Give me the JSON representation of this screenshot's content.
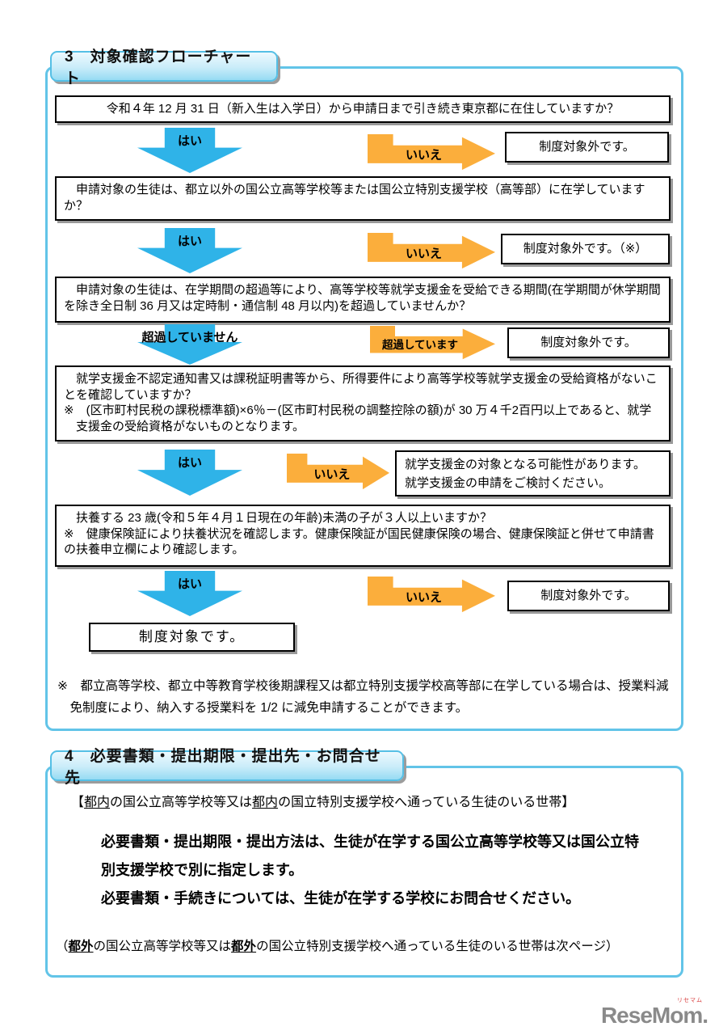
{
  "colors": {
    "accent_blue": "#2FB3E8",
    "accent_yellow": "#FBAE3C",
    "frame_blue": "#62C4E8"
  },
  "sections": {
    "flow": {
      "tab_label": "3　対象確認フローチャート",
      "q1": "令和４年 12 月 31 日（新入生は入学日）から申請日まで引き続き東京都に在住していますか？",
      "yes1": "はい",
      "no1": "いいえ",
      "result1": "制度対象外です。",
      "q2": "　申請対象の生徒は、都立以外の国公立高等学校等または国公立特別支援学校（高等部）に在学していますか？",
      "yes2": "はい",
      "no2": "いいえ",
      "result2": "制度対象外です。（※）",
      "q3": "　申請対象の生徒は、在学期間の超過等により、高等学校等就学支援金を受給できる期間(在学期間が休学期間を除き全日制 36 月又は定時制・通信制 48 月以内)を超過していませんか？",
      "yes3": "超過していません",
      "no3": "超過しています",
      "result3": "制度対象外です。",
      "q4": "　就学支援金不認定通知書又は課税証明書等から、所得要件により高等学校等就学支援金の受給資格がないことを確認していますか？",
      "q4_note": "※　(区市町村民税の課税標準額)×6％－(区市町村民税の調整控除の額)が 30 万４千2百円以上であると、就学支援金の受給資格がないものとなります。",
      "yes4": "はい",
      "no4": "いいえ",
      "result4_line1": "就学支援金の対象となる可能性があります。",
      "result4_line2": "就学支援金の申請をご検討ください。",
      "q5": "　扶養する 23 歳(令和５年４月１日現在の年齢)未満の子が３人以上いますか？",
      "q5_note": "※　健康保険証により扶養状況を確認します。健康保険証が国民健康保険の場合、健康保険証と併せて申請書の扶養申立欄により確認します。",
      "yes5": "はい",
      "no5": "いいえ",
      "result5": "制度対象外です。",
      "final_result": "制度対象です。",
      "footnote": "※　都立高等学校、都立中等教育学校後期課程又は都立特別支援学校高等部に在学している場合は、授業料減免制度により、納入する授業料を 1/2 に減免申請することができます。"
    },
    "documents": {
      "tab_label": "4　必要書類・提出期限・提出先・お問合せ先",
      "household": {
        "pre": "【",
        "u1": "都内",
        "mid": "の国公立高等学校等又は",
        "u2": "都内",
        "post": "の国立特別支援学校へ通っている生徒のいる世帯】"
      },
      "body_line1": "必要書類・提出期限・提出方法は、生徒が在学する国公立高等学校等又は国公立特別支援学校で別に指定します。",
      "body_line2": "必要書類・手続きについては、生徒が在学する学校にお問合せください。",
      "next_page": {
        "pre": "（",
        "u1": "都外",
        "mid": "の国公立高等学校等又は",
        "u2": "都外",
        "post": "の国公立特別支援学校へ通っている生徒のいる世帯は次ページ）"
      }
    },
    "logo": {
      "brand": "ReseMom.",
      "ruby": "リセマム"
    }
  }
}
